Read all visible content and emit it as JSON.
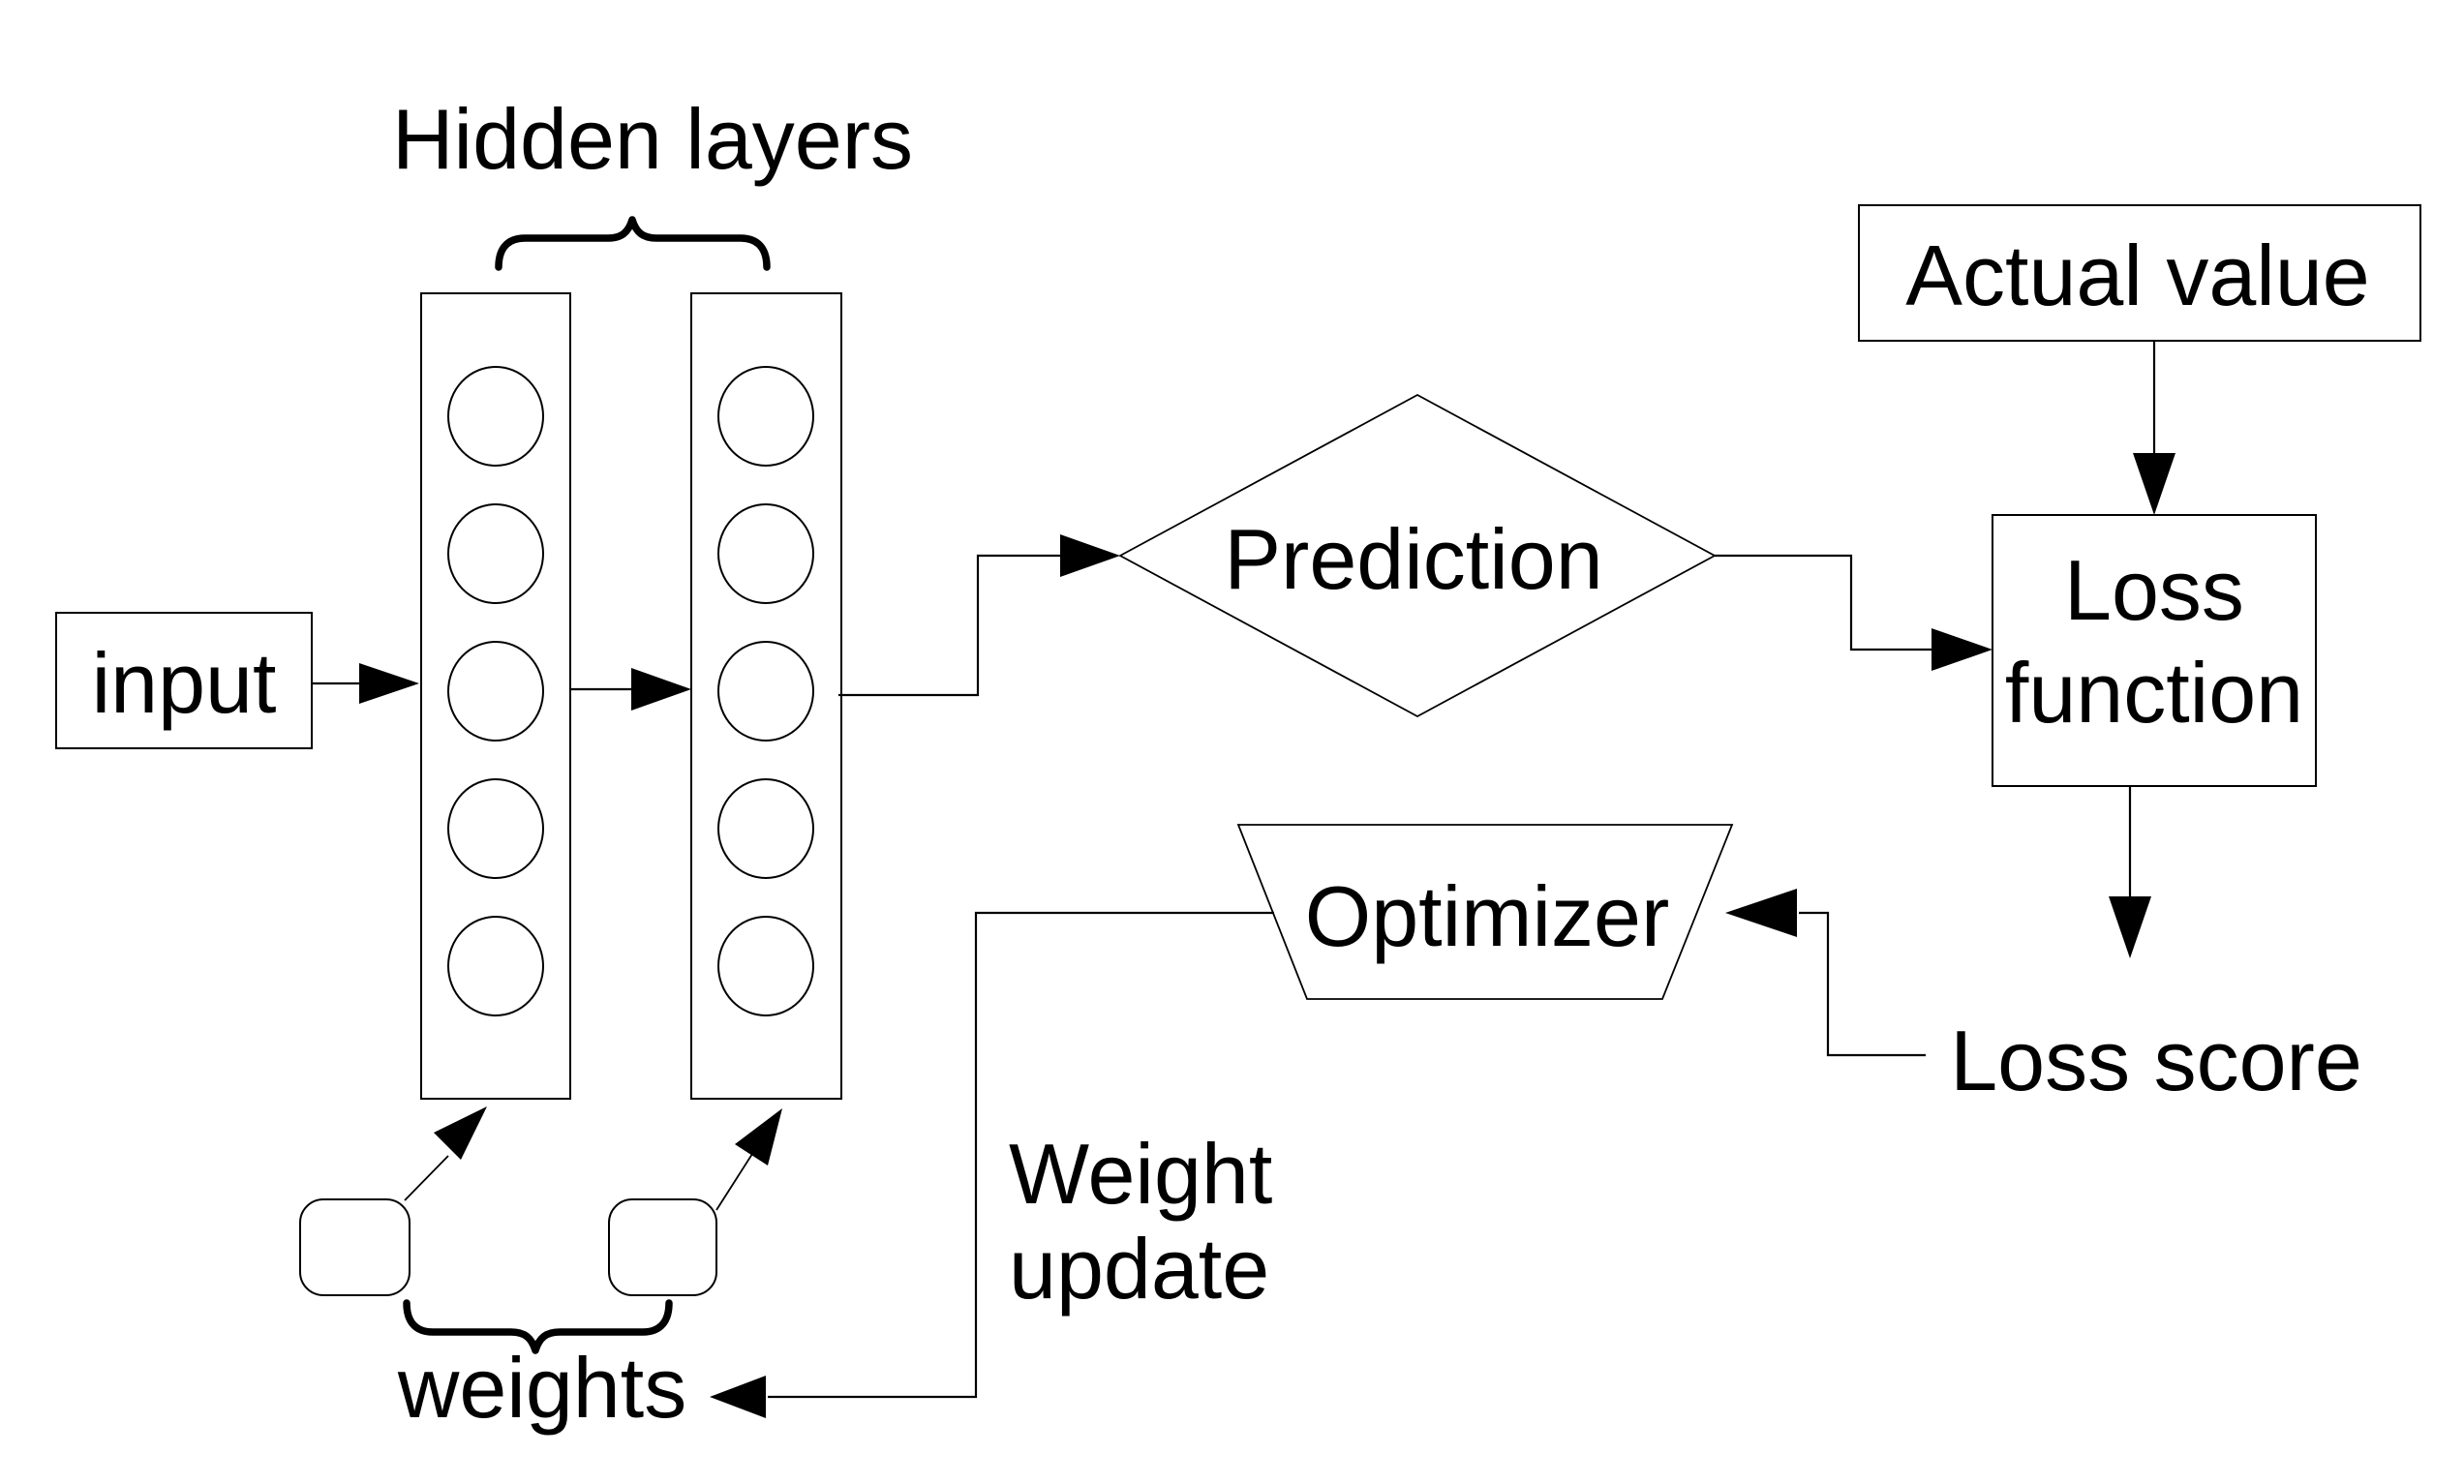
{
  "canvas": {
    "background": "#ffffff",
    "line_color": "#000000",
    "text_color": "#000000"
  },
  "diagram": {
    "title_label": "Hidden layers",
    "hidden_layers": {
      "layer_count": 2,
      "neurons_per_layer": 5
    },
    "input": {
      "label": "input"
    },
    "prediction": {
      "label": "Prediction",
      "shape": "diamond"
    },
    "actual_value": {
      "label": "Actual value",
      "shape": "rectangle"
    },
    "loss_function": {
      "line1": "Loss",
      "line2": "function",
      "shape": "rectangle"
    },
    "optimizer": {
      "label": "Optimizer",
      "shape": "trapezoid"
    },
    "loss_score": {
      "label": "Loss score"
    },
    "weight_update": {
      "line1": "Weight",
      "line2": "update"
    },
    "weights": {
      "label": "weights",
      "box_count": 2
    }
  }
}
